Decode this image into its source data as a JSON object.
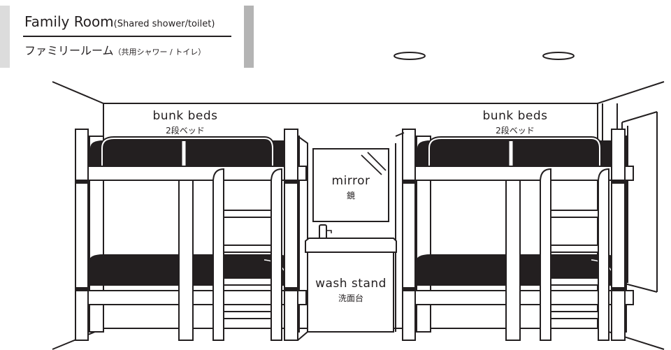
{
  "header": {
    "title_en": "Family Room",
    "subtitle_en": "(Shared shower/toilet)",
    "title_jp": "ファミリールーム",
    "subtitle_jp": "（共用シャワー / トイレ）"
  },
  "labels": {
    "left_bed_en": "bunk beds",
    "left_bed_jp": "2段ベッド",
    "right_bed_en": "bunk beds",
    "right_bed_jp": "2段ベッド",
    "mirror_en": "mirror",
    "mirror_jp": "鏡",
    "wash_en": "wash stand",
    "wash_jp": "洗面台"
  },
  "colors": {
    "line": "#231f20",
    "header_bar_left": "#dcdcdc",
    "header_bar_right": "#b4b4b4"
  }
}
